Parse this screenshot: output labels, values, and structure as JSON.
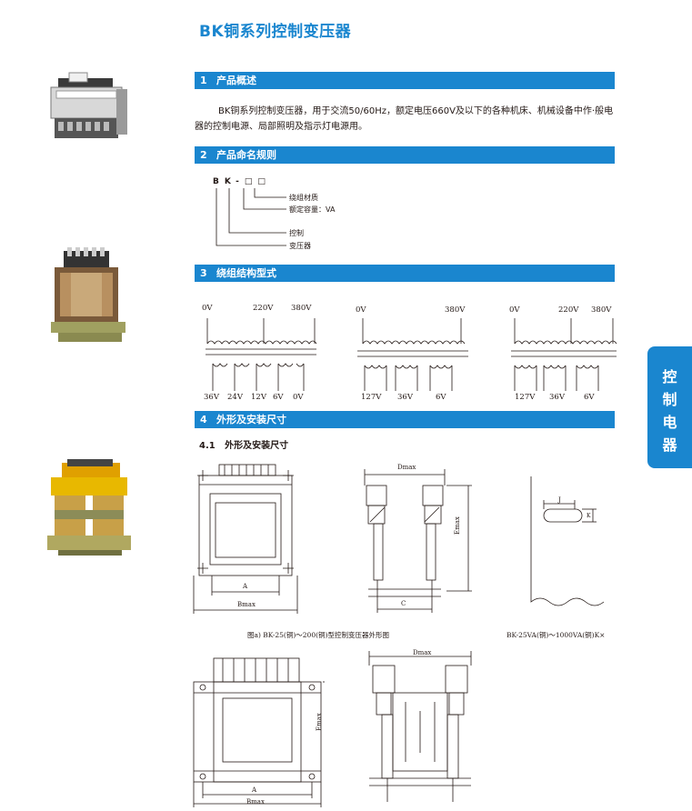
{
  "title": "BK铜系列控制变压器",
  "sections": [
    {
      "num": "1",
      "label": "产品概述"
    },
    {
      "num": "2",
      "label": "产品命名规则"
    },
    {
      "num": "3",
      "label": "绕组结构型式"
    },
    {
      "num": "4",
      "label": "外形及安装尺寸"
    }
  ],
  "overview_text": "BK铜系列控制变压器，用于交流50/60Hz，额定电压660V及以下的各种机床、机械设备中作·般电器的控制电源、局部照明及指示灯电源用。",
  "naming": {
    "code": [
      "B",
      "K",
      "-",
      "□",
      "□"
    ],
    "labels": [
      "绕组材质",
      "额定容量：VA",
      "控制",
      "变压器"
    ]
  },
  "windings": {
    "w1": {
      "top": [
        "0V",
        "220V",
        "380V"
      ],
      "bottom": [
        "36V",
        "24V",
        "12V",
        "6V",
        "0V"
      ]
    },
    "w2": {
      "top": [
        "0V",
        "380V"
      ],
      "bottom": [
        "127V",
        "36V",
        "6V"
      ]
    },
    "w3": {
      "top": [
        "0V",
        "220V",
        "380V"
      ],
      "bottom": [
        "127V",
        "36V",
        "6V"
      ]
    }
  },
  "subsection": {
    "num": "4.1",
    "label": "外形及安装尺寸"
  },
  "dims": {
    "A": "A",
    "Bmax": "Bmax",
    "Dmax": "Dmax",
    "Emax": "Emax",
    "C": "C",
    "J": "J",
    "K": "K"
  },
  "captions": {
    "fig_a": "图a) BK-25(铜)～200(铜)型控制变压器外形图",
    "fig_b": "BK-25VA(铜)～1000VA(铜)K×"
  },
  "side_tab": [
    "控",
    "制",
    "电",
    "器"
  ],
  "colors": {
    "accent": "#1a86cf",
    "text": "#231815"
  }
}
